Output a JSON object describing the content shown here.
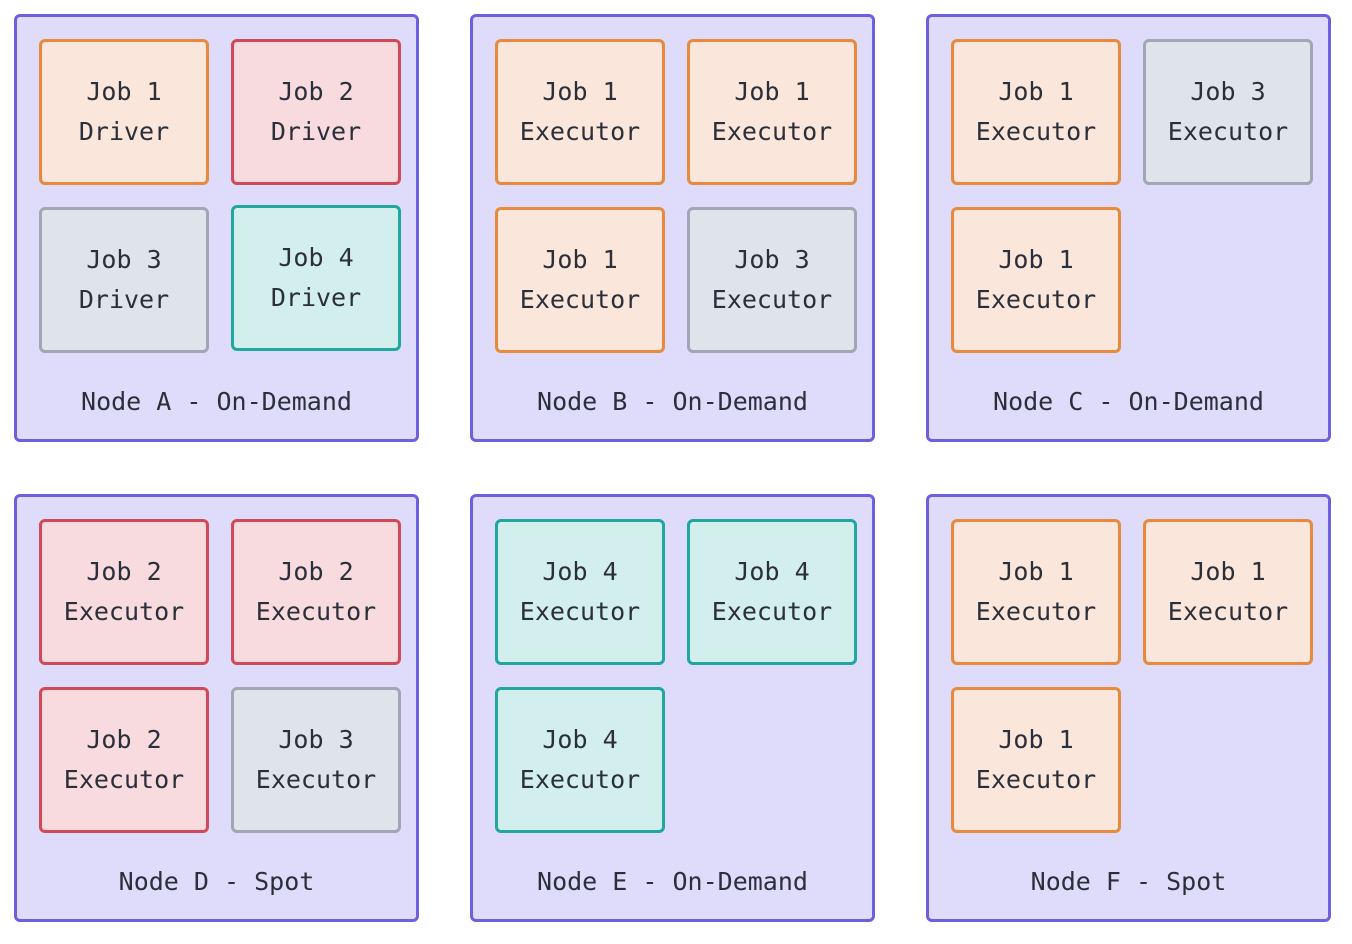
{
  "colors": {
    "node_background": "#dedcfa",
    "node_border": "#6c5fe0",
    "orange": "#e88a3e",
    "red": "#d24a5a",
    "gray": "#9fa8b4",
    "teal": "#1fa89b"
  },
  "nodes": [
    {
      "label": "Node A - On-Demand",
      "jobs": [
        {
          "line1": "Job 1",
          "line2": "Driver",
          "color": "orange"
        },
        {
          "line1": "Job 2",
          "line2": "Driver",
          "color": "red"
        },
        {
          "line1": "Job 3",
          "line2": "Driver",
          "color": "gray"
        },
        {
          "line1": "Job 4",
          "line2": "Driver",
          "color": "teal"
        }
      ]
    },
    {
      "label": "Node B - On-Demand",
      "jobs": [
        {
          "line1": "Job 1",
          "line2": "Executor",
          "color": "orange"
        },
        {
          "line1": "Job 1",
          "line2": "Executor",
          "color": "orange"
        },
        {
          "line1": "Job 1",
          "line2": "Executor",
          "color": "orange"
        },
        {
          "line1": "Job 3",
          "line2": "Executor",
          "color": "gray"
        }
      ]
    },
    {
      "label": "Node C - On-Demand",
      "jobs": [
        {
          "line1": "Job 1",
          "line2": "Executor",
          "color": "orange"
        },
        {
          "line1": "Job 3",
          "line2": "Executor",
          "color": "gray"
        },
        {
          "line1": "Job 1",
          "line2": "Executor",
          "color": "orange"
        }
      ]
    },
    {
      "label": "Node D - Spot",
      "jobs": [
        {
          "line1": "Job 2",
          "line2": "Executor",
          "color": "red"
        },
        {
          "line1": "Job 2",
          "line2": "Executor",
          "color": "red"
        },
        {
          "line1": "Job 2",
          "line2": "Executor",
          "color": "red"
        },
        {
          "line1": "Job 3",
          "line2": "Executor",
          "color": "gray"
        }
      ]
    },
    {
      "label": "Node E - On-Demand",
      "jobs": [
        {
          "line1": "Job 4",
          "line2": "Executor",
          "color": "teal"
        },
        {
          "line1": "Job 4",
          "line2": "Executor",
          "color": "teal"
        },
        {
          "line1": "Job 4",
          "line2": "Executor",
          "color": "teal"
        }
      ]
    },
    {
      "label": "Node F - Spot",
      "jobs": [
        {
          "line1": "Job 1",
          "line2": "Executor",
          "color": "orange"
        },
        {
          "line1": "Job 1",
          "line2": "Executor",
          "color": "orange"
        },
        {
          "line1": "Job 1",
          "line2": "Executor",
          "color": "orange"
        }
      ]
    }
  ]
}
